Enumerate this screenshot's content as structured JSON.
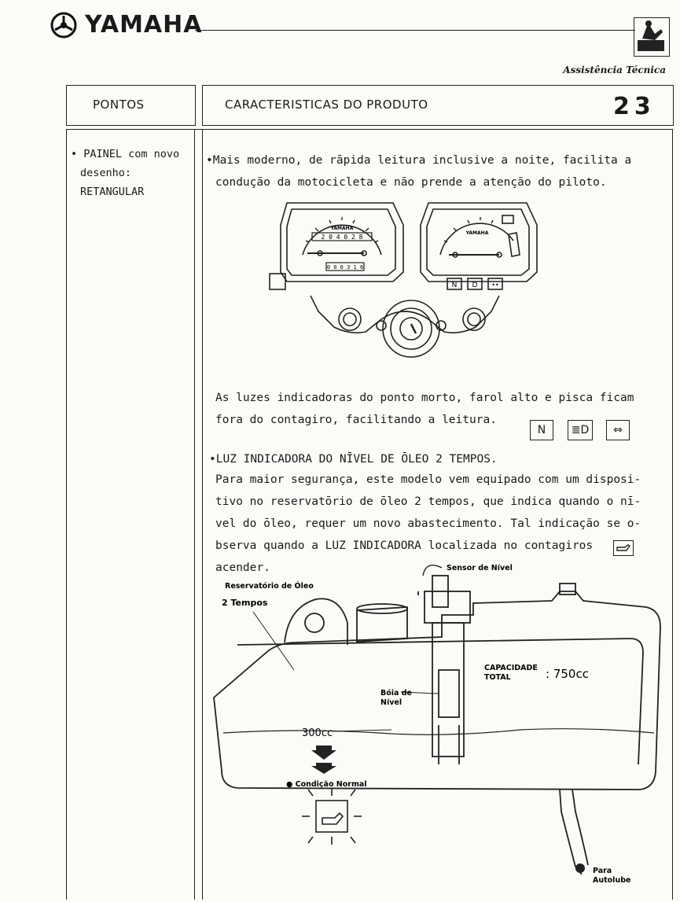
{
  "header": {
    "brand": "YAMAHA",
    "assist": "Assistência Técnica"
  },
  "table": {
    "col_left": "PONTOS",
    "col_right": "CARACTERISTICAS DO PRODUTO",
    "page_number": "23"
  },
  "left": {
    "lines": [
      "• PAINEL com novo",
      "desenho:",
      "RETANGULAR"
    ]
  },
  "intro": {
    "lines": [
      "•Mais moderno, de rāpida leitura inclusive a noite, facilita a",
      "condução da motocicleta e não prende a atenção do piloto."
    ]
  },
  "indicators_text": {
    "lines": [
      "As luzes indicadoras do ponto morto, farol alto e pisca ficam",
      "fora do contagiro, facilitando a leitura."
    ],
    "icons": [
      "N",
      "≣D",
      "⇔"
    ]
  },
  "oil": {
    "title": "•LUZ INDICADORA DO NĪVEL DE ŌLEO 2 TEMPOS.",
    "lines": [
      "Para maior segurança, este modelo vem equipado com um disposi-",
      "tivo no reservatōrio de ōleo 2 tempos, que indica quando o nī-",
      "vel do ōleo, requer um novo abastecimento. Tal indicação se o-",
      "bserva quando a LUZ INDICADORA localizada no contagiros",
      "acender."
    ]
  },
  "diagram": {
    "sensor": "Sensor de Nível",
    "reservoir_1": "Reservatório de Óleo",
    "reservoir_2": "2 Tempos",
    "capacity_1": "CAPACIDADE",
    "capacity_2": "TOTAL",
    "capacity_value": ": 750cc",
    "float_1": "Bóia de",
    "float_2": "Nível",
    "level": "300cc",
    "normal": "● Condição Normal",
    "to_1": "Para",
    "to_2": "Autolube"
  },
  "speedo": {
    "brand": "YAMAHA",
    "odometer": "2 0 4 0 2 8",
    "trip": "0 0 0 3 1 6"
  },
  "tacho": {
    "brand": "YAMAHA",
    "lamps": [
      "N",
      "D",
      "••"
    ]
  }
}
